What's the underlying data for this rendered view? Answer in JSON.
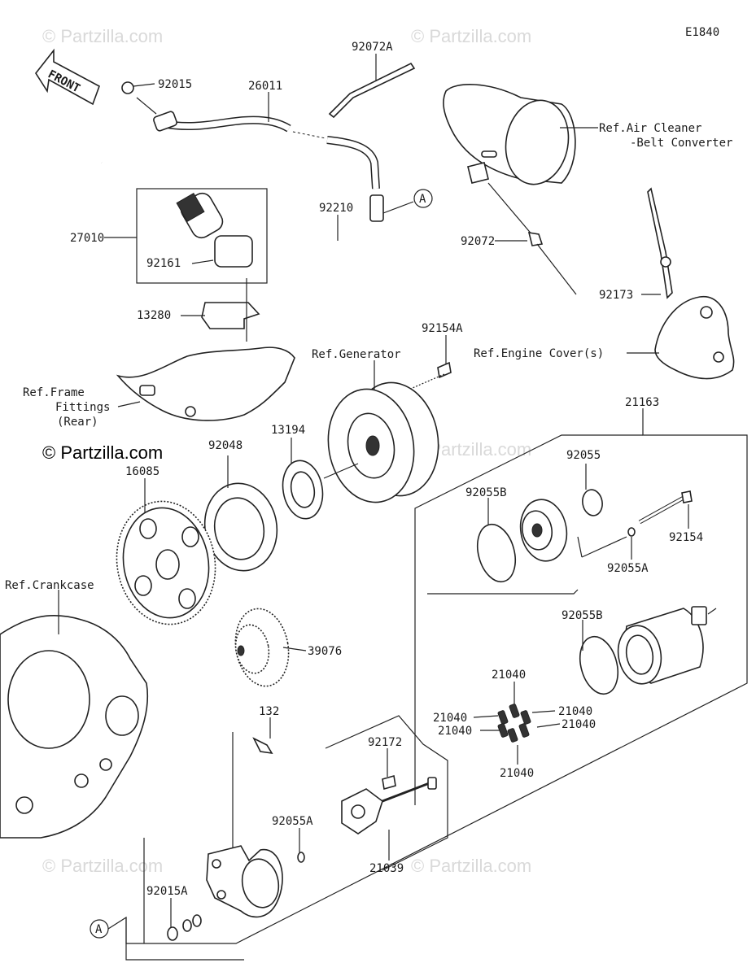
{
  "diagram_code": "E1840",
  "front_label": "FRONT",
  "copyright_main": "© Partzilla.com",
  "watermarks": [
    "© Partzilla.com",
    "© Partzilla.com",
    "© Partzilla.com",
    "© Partzilla.com",
    "© Partzilla.com"
  ],
  "callout_letter": "A",
  "parts": {
    "p92015": "92015",
    "p26011": "26011",
    "p92072A": "92072A",
    "p27010": "27010",
    "p92161": "92161",
    "p92210": "92210",
    "p13280": "13280",
    "p92072": "92072",
    "p92173": "92173",
    "p92154A": "92154A",
    "p92048": "92048",
    "p13194": "13194",
    "p16085": "16085",
    "p21163": "21163",
    "p92055": "92055",
    "p92055B_1": "92055B",
    "p92154": "92154",
    "p92055A_1": "92055A",
    "p39076": "39076",
    "p92055B_2": "92055B",
    "p21040_top": "21040",
    "p21040_l1": "21040",
    "p21040_r1": "21040",
    "p21040_l2": "21040",
    "p21040_r2": "21040",
    "p21040_bot": "21040",
    "p132": "132",
    "p92172": "92172",
    "p92055A_2": "92055A",
    "p21039": "21039",
    "p92015A": "92015A"
  },
  "refs": {
    "air_cleaner_1": "Ref.Air Cleaner",
    "air_cleaner_2": "-Belt Converter",
    "generator": "Ref.Generator",
    "engine_cover": "Ref.Engine Cover(s)",
    "frame_1": "Ref.Frame",
    "frame_2": "Fittings",
    "frame_3": "(Rear)",
    "crankcase": "Ref.Crankcase"
  }
}
